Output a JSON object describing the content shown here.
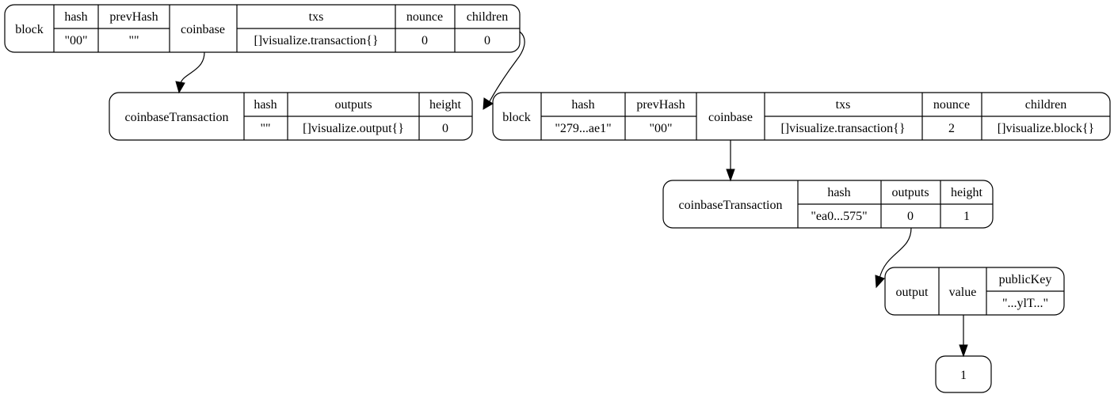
{
  "nodes": {
    "block1": {
      "name": "block",
      "fields": {
        "hash": {
          "label": "hash",
          "value": "\"00\""
        },
        "prevHash": {
          "label": "prevHash",
          "value": "\"\""
        },
        "coinbase": {
          "label": "coinbase"
        },
        "txs": {
          "label": "txs",
          "value": "[]visualize.transaction{}"
        },
        "nounce": {
          "label": "nounce",
          "value": "0"
        },
        "children": {
          "label": "children",
          "value": "0"
        }
      }
    },
    "coinbaseTx1": {
      "name": "coinbaseTransaction",
      "fields": {
        "hash": {
          "label": "hash",
          "value": "\"\""
        },
        "outputs": {
          "label": "outputs",
          "value": "[]visualize.output{}"
        },
        "height": {
          "label": "height",
          "value": "0"
        }
      }
    },
    "block2": {
      "name": "block",
      "fields": {
        "hash": {
          "label": "hash",
          "value": "\"279...ae1\""
        },
        "prevHash": {
          "label": "prevHash",
          "value": "\"00\""
        },
        "coinbase": {
          "label": "coinbase"
        },
        "txs": {
          "label": "txs",
          "value": "[]visualize.transaction{}"
        },
        "nounce": {
          "label": "nounce",
          "value": "2"
        },
        "children": {
          "label": "children",
          "value": "[]visualize.block{}"
        }
      }
    },
    "coinbaseTx2": {
      "name": "coinbaseTransaction",
      "fields": {
        "hash": {
          "label": "hash",
          "value": "\"ea0...575\""
        },
        "outputs": {
          "label": "outputs",
          "value": "0"
        },
        "height": {
          "label": "height",
          "value": "1"
        }
      }
    },
    "output1": {
      "name": "output",
      "fields": {
        "value": {
          "label": "value"
        },
        "publicKey": {
          "label": "publicKey",
          "value": "\"...ylT...\""
        }
      }
    },
    "leaf1": {
      "name": "1"
    }
  }
}
